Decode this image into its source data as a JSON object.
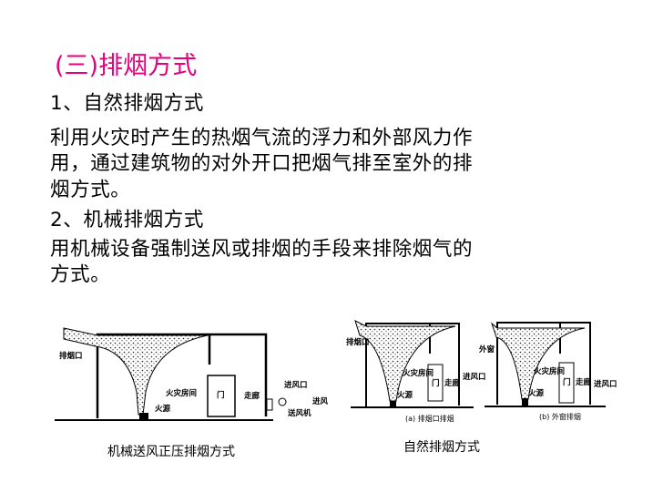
{
  "title": "(三)排烟方式",
  "body": {
    "h1": "1、自然排烟方式",
    "p1": [
      "利用火灾时产生的热烟气流的浮力和外部风力作",
      "用，通过建筑物的对外开口把烟气排至室外的排",
      "烟方式。"
    ],
    "h2": "2、机械排烟方式",
    "p2": [
      "用机械设备强制送风或排烟的手段来排除烟气的",
      "方式。"
    ]
  },
  "figure1": {
    "caption": "机械送风正压排烟方式",
    "labels": {
      "exhaust": "排烟口",
      "room": "火灾房间",
      "fire": "火源",
      "door": "门",
      "corridor": "走廊",
      "inlet": "进风口",
      "air_in": "进风",
      "fan": "送风机"
    }
  },
  "figure2": {
    "caption": "自然排烟方式",
    "a": {
      "sub": "(a) 排烟口排烟",
      "exhaust": "排烟口",
      "room": "火灾房间",
      "fire": "火源",
      "door": "门",
      "corridor": "走廊",
      "inlet": "进风口"
    },
    "b": {
      "sub": "(b) 外窗排烟",
      "window": "外窗",
      "room": "火灾房间",
      "fire": "火源",
      "door": "门",
      "corridor": "走廊",
      "inlet": "进风口"
    }
  }
}
